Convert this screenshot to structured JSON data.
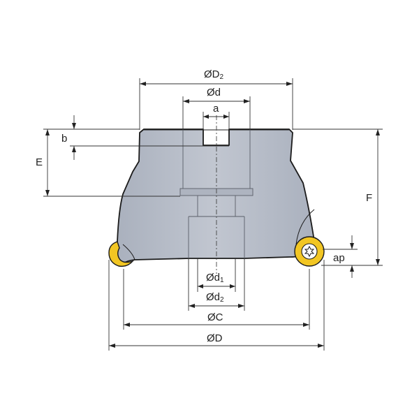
{
  "labels": {
    "D2": {
      "prefix": "ØD",
      "sub": "2"
    },
    "d": "Ød",
    "a": "a",
    "b": "b",
    "E": "E",
    "F": "F",
    "ap": "ap",
    "d1": {
      "prefix": "Ød",
      "sub": "1"
    },
    "d2": {
      "prefix": "Ød",
      "sub": "2"
    },
    "C": "ØC",
    "D": "ØD"
  },
  "colors": {
    "body_fill": "#b7bdc9",
    "body_stroke": "#1b1b1b",
    "insert_fill": "#f2c623",
    "screw_fill": "#ffffff",
    "dimension_line": "#333333"
  },
  "icons": {
    "insert_screw": "torx-screw-icon"
  }
}
